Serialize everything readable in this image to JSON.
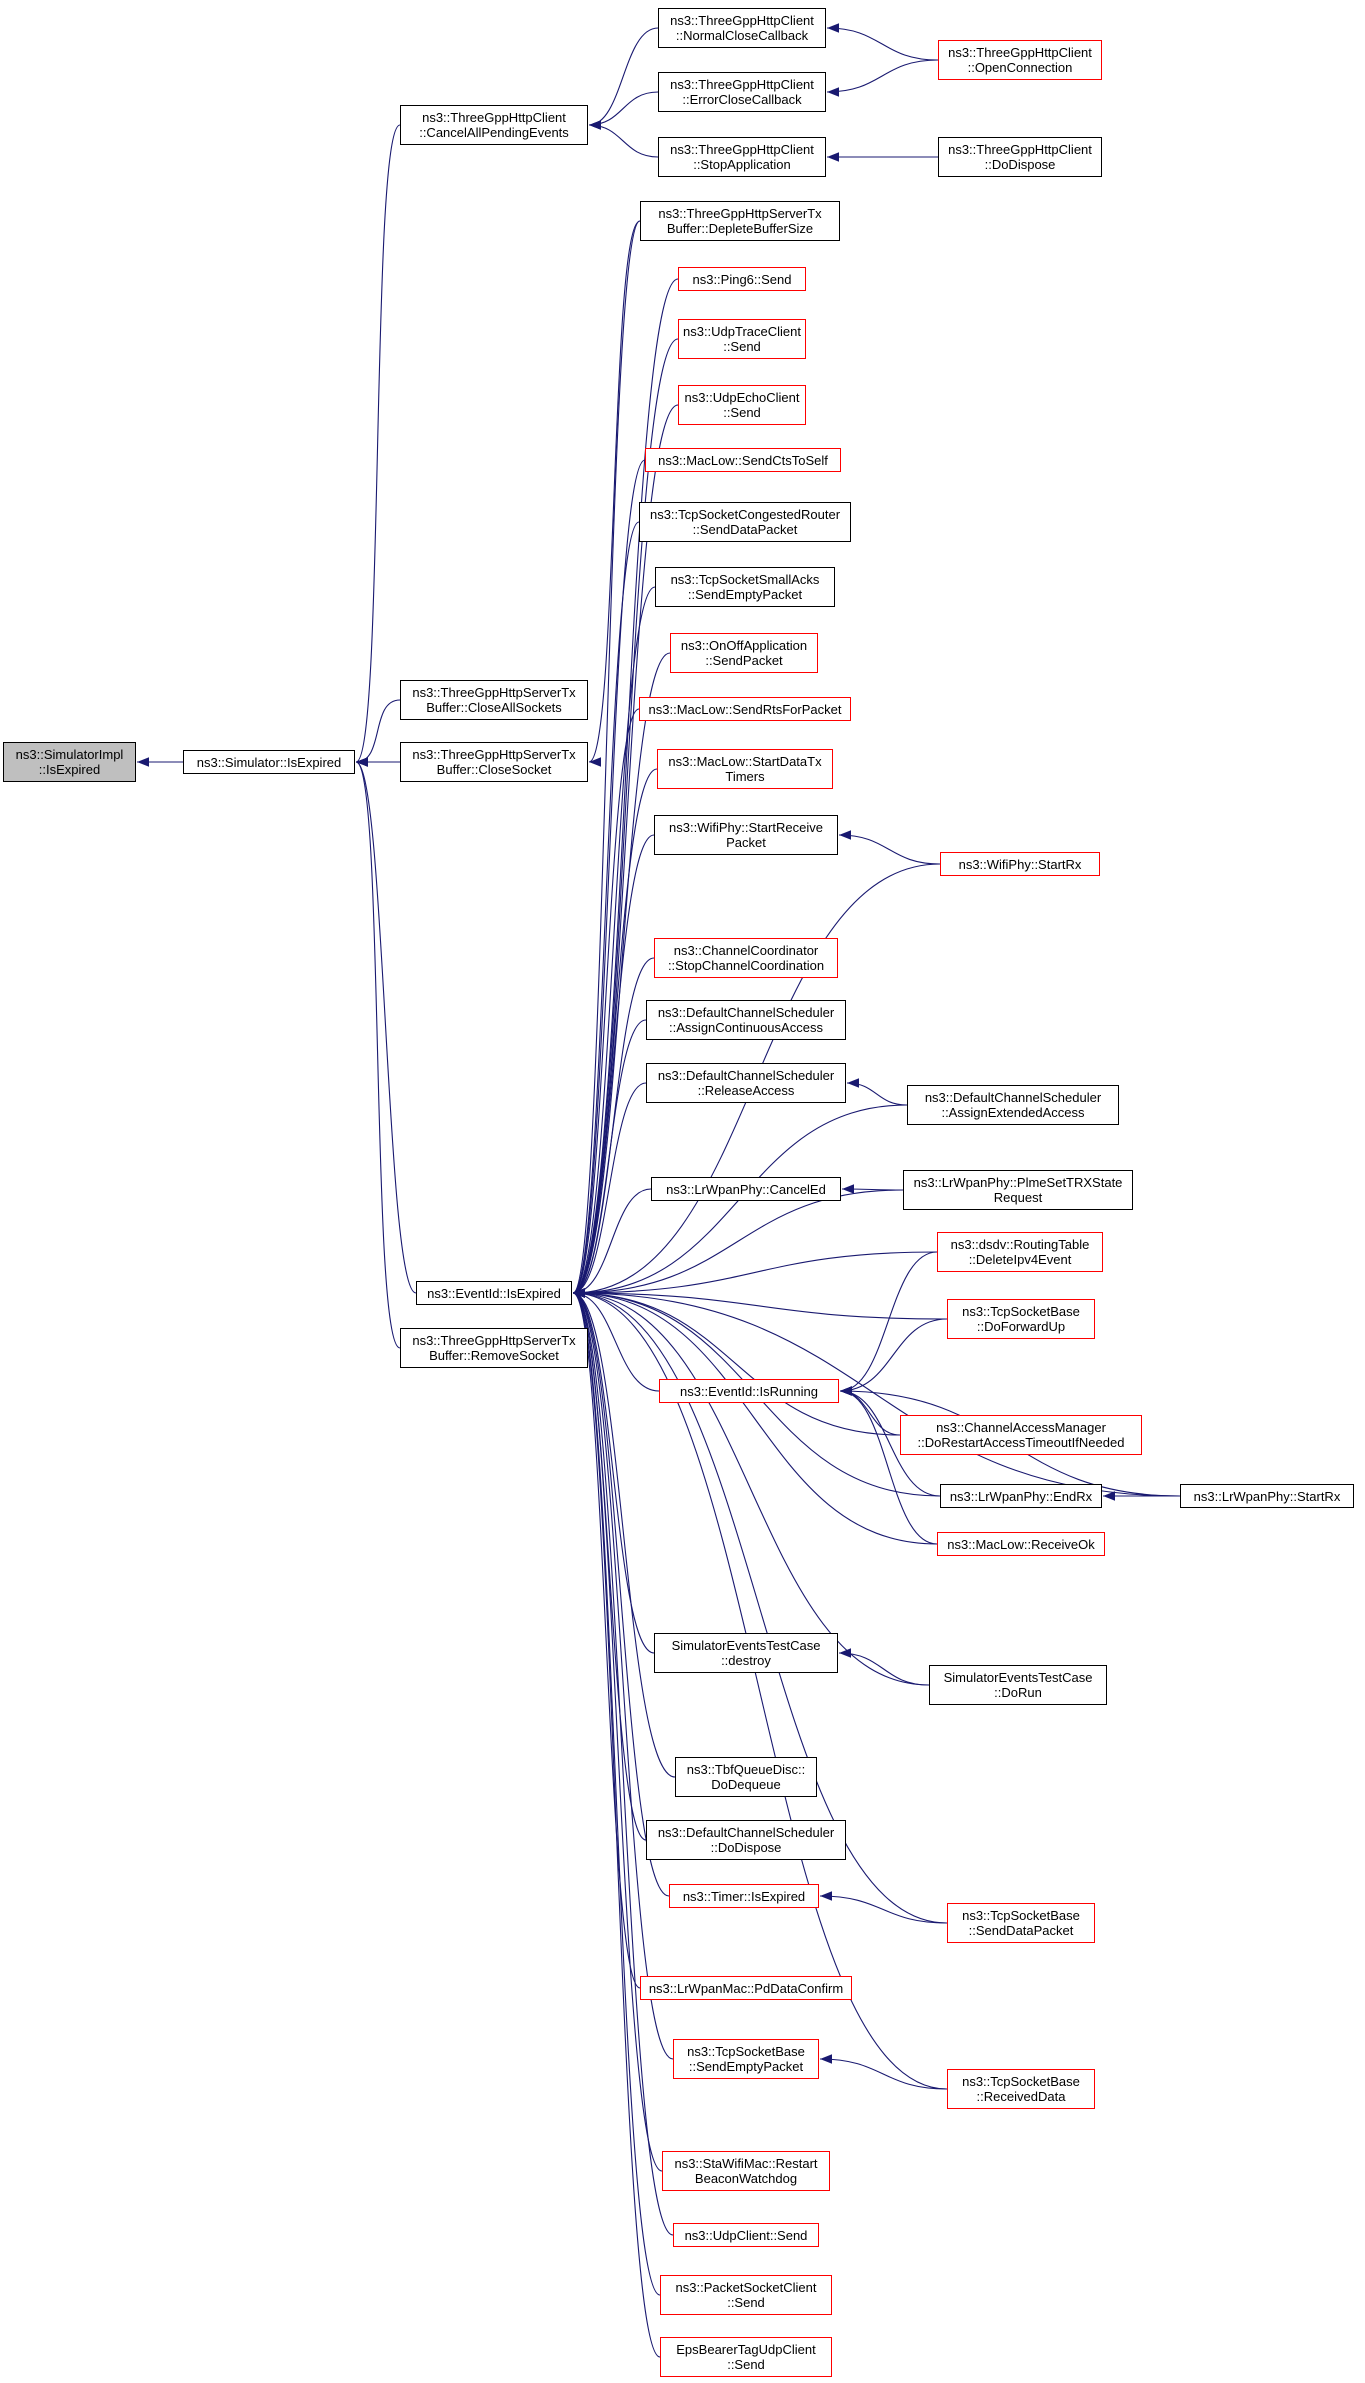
{
  "colors": {
    "edge": "#191970",
    "border_black": "#000000",
    "border_red": "#ff0000",
    "focus_fill": "#bfbfbf"
  },
  "nodes": [
    {
      "id": "simimpl",
      "lines": [
        "ns3::SimulatorImpl",
        "::IsExpired"
      ],
      "border": "black",
      "focus": true
    },
    {
      "id": "simexp",
      "lines": [
        "ns3::Simulator::IsExpired"
      ],
      "border": "black"
    },
    {
      "id": "cancelall",
      "lines": [
        "ns3::ThreeGppHttpClient",
        "::CancelAllPendingEvents"
      ],
      "border": "black"
    },
    {
      "id": "normalclose",
      "lines": [
        "ns3::ThreeGppHttpClient",
        "::NormalCloseCallback"
      ],
      "border": "black"
    },
    {
      "id": "errorclose",
      "lines": [
        "ns3::ThreeGppHttpClient",
        "::ErrorCloseCallback"
      ],
      "border": "black"
    },
    {
      "id": "stopapp",
      "lines": [
        "ns3::ThreeGppHttpClient",
        "::StopApplication"
      ],
      "border": "black"
    },
    {
      "id": "openconn",
      "lines": [
        "ns3::ThreeGppHttpClient",
        "::OpenConnection"
      ],
      "border": "red"
    },
    {
      "id": "dodispose_http",
      "lines": [
        "ns3::ThreeGppHttpClient",
        "::DoDispose"
      ],
      "border": "black"
    },
    {
      "id": "closeallsock",
      "lines": [
        "ns3::ThreeGppHttpServerTx",
        "Buffer::CloseAllSockets"
      ],
      "border": "black"
    },
    {
      "id": "closesock",
      "lines": [
        "ns3::ThreeGppHttpServerTx",
        "Buffer::CloseSocket"
      ],
      "border": "black"
    },
    {
      "id": "eventexp",
      "lines": [
        "ns3::EventId::IsExpired"
      ],
      "border": "black"
    },
    {
      "id": "removesock",
      "lines": [
        "ns3::ThreeGppHttpServerTx",
        "Buffer::RemoveSocket"
      ],
      "border": "black"
    },
    {
      "id": "deplete",
      "lines": [
        "ns3::ThreeGppHttpServerTx",
        "Buffer::DepleteBufferSize"
      ],
      "border": "black"
    },
    {
      "id": "ping6",
      "lines": [
        "ns3::Ping6::Send"
      ],
      "border": "red"
    },
    {
      "id": "udptrace",
      "lines": [
        "ns3::UdpTraceClient",
        "::Send"
      ],
      "border": "red"
    },
    {
      "id": "udpecho",
      "lines": [
        "ns3::UdpEchoClient",
        "::Send"
      ],
      "border": "red"
    },
    {
      "id": "sendcts",
      "lines": [
        "ns3::MacLow::SendCtsToSelf"
      ],
      "border": "red"
    },
    {
      "id": "tcpcong",
      "lines": [
        "ns3::TcpSocketCongestedRouter",
        "::SendDataPacket"
      ],
      "border": "black"
    },
    {
      "id": "tcpsmall",
      "lines": [
        "ns3::TcpSocketSmallAcks",
        "::SendEmptyPacket"
      ],
      "border": "black"
    },
    {
      "id": "onoff",
      "lines": [
        "ns3::OnOffApplication",
        "::SendPacket"
      ],
      "border": "red"
    },
    {
      "id": "sendrts",
      "lines": [
        "ns3::MacLow::SendRtsForPacket"
      ],
      "border": "red"
    },
    {
      "id": "startdatatx",
      "lines": [
        "ns3::MacLow::StartDataTx",
        "Timers"
      ],
      "border": "red"
    },
    {
      "id": "startreceive",
      "lines": [
        "ns3::WifiPhy::StartReceive",
        "Packet"
      ],
      "border": "black"
    },
    {
      "id": "wifistartrx",
      "lines": [
        "ns3::WifiPhy::StartRx"
      ],
      "border": "red"
    },
    {
      "id": "stopchan",
      "lines": [
        "ns3::ChannelCoordinator",
        "::StopChannelCoordination"
      ],
      "border": "red"
    },
    {
      "id": "assigncont",
      "lines": [
        "ns3::DefaultChannelScheduler",
        "::AssignContinuousAccess"
      ],
      "border": "black"
    },
    {
      "id": "releaseacc",
      "lines": [
        "ns3::DefaultChannelScheduler",
        "::ReleaseAccess"
      ],
      "border": "black"
    },
    {
      "id": "assignext",
      "lines": [
        "ns3::DefaultChannelScheduler",
        "::AssignExtendedAccess"
      ],
      "border": "black"
    },
    {
      "id": "canceled",
      "lines": [
        "ns3::LrWpanPhy::CancelEd"
      ],
      "border": "black"
    },
    {
      "id": "plmeset",
      "lines": [
        "ns3::LrWpanPhy::PlmeSetTRXState",
        "Request"
      ],
      "border": "black"
    },
    {
      "id": "dsdvdel",
      "lines": [
        "ns3::dsdv::RoutingTable",
        "::DeleteIpv4Event"
      ],
      "border": "red"
    },
    {
      "id": "doforward",
      "lines": [
        "ns3::TcpSocketBase",
        "::DoForwardUp"
      ],
      "border": "red"
    },
    {
      "id": "isrunning",
      "lines": [
        "ns3::EventId::IsRunning"
      ],
      "border": "red"
    },
    {
      "id": "dorestart",
      "lines": [
        "ns3::ChannelAccessManager",
        "::DoRestartAccessTimeoutIfNeeded"
      ],
      "border": "red"
    },
    {
      "id": "endrx",
      "lines": [
        "ns3::LrWpanPhy::EndRx"
      ],
      "border": "black"
    },
    {
      "id": "lrstartrx",
      "lines": [
        "ns3::LrWpanPhy::StartRx"
      ],
      "border": "black"
    },
    {
      "id": "receiveok",
      "lines": [
        "ns3::MacLow::ReceiveOk"
      ],
      "border": "red"
    },
    {
      "id": "simdestroy",
      "lines": [
        "SimulatorEventsTestCase",
        "::destroy"
      ],
      "border": "black"
    },
    {
      "id": "simdorun",
      "lines": [
        "SimulatorEventsTestCase",
        "::DoRun"
      ],
      "border": "black"
    },
    {
      "id": "tbfdequeue",
      "lines": [
        "ns3::TbfQueueDisc::",
        "DoDequeue"
      ],
      "border": "black"
    },
    {
      "id": "dcsdispose",
      "lines": [
        "ns3::DefaultChannelScheduler",
        "::DoDispose"
      ],
      "border": "black"
    },
    {
      "id": "timerexp",
      "lines": [
        "ns3::Timer::IsExpired"
      ],
      "border": "red"
    },
    {
      "id": "tcpsenddata",
      "lines": [
        "ns3::TcpSocketBase",
        "::SendDataPacket"
      ],
      "border": "red"
    },
    {
      "id": "pddata",
      "lines": [
        "ns3::LrWpanMac::PdDataConfirm"
      ],
      "border": "red"
    },
    {
      "id": "tcpsendempty",
      "lines": [
        "ns3::TcpSocketBase",
        "::SendEmptyPacket"
      ],
      "border": "red"
    },
    {
      "id": "tcprecv",
      "lines": [
        "ns3::TcpSocketBase",
        "::ReceivedData"
      ],
      "border": "red"
    },
    {
      "id": "stawifi",
      "lines": [
        "ns3::StaWifiMac::Restart",
        "BeaconWatchdog"
      ],
      "border": "red"
    },
    {
      "id": "udpclient",
      "lines": [
        "ns3::UdpClient::Send"
      ],
      "border": "red"
    },
    {
      "id": "pktsock",
      "lines": [
        "ns3::PacketSocketClient",
        "::Send"
      ],
      "border": "red"
    },
    {
      "id": "epsbearer",
      "lines": [
        "EpsBearerTagUdpClient",
        "::Send"
      ],
      "border": "red"
    }
  ],
  "edges": [
    [
      "simexp",
      "simimpl"
    ],
    [
      "cancelall",
      "simexp"
    ],
    [
      "closeallsock",
      "simexp"
    ],
    [
      "closesock",
      "simexp"
    ],
    [
      "eventexp",
      "simexp"
    ],
    [
      "removesock",
      "simexp"
    ],
    [
      "normalclose",
      "cancelall"
    ],
    [
      "errorclose",
      "cancelall"
    ],
    [
      "stopapp",
      "cancelall"
    ],
    [
      "openconn",
      "normalclose"
    ],
    [
      "openconn",
      "errorclose"
    ],
    [
      "dodispose_http",
      "stopapp"
    ],
    [
      "deplete",
      "closesock"
    ],
    [
      "deplete",
      "eventexp"
    ],
    [
      "ping6",
      "eventexp"
    ],
    [
      "udptrace",
      "eventexp"
    ],
    [
      "udpecho",
      "eventexp"
    ],
    [
      "sendcts",
      "eventexp"
    ],
    [
      "tcpcong",
      "eventexp"
    ],
    [
      "tcpsmall",
      "eventexp"
    ],
    [
      "onoff",
      "eventexp"
    ],
    [
      "sendrts",
      "eventexp"
    ],
    [
      "startdatatx",
      "eventexp"
    ],
    [
      "startreceive",
      "eventexp"
    ],
    [
      "wifistartrx",
      "eventexp"
    ],
    [
      "stopchan",
      "eventexp"
    ],
    [
      "assigncont",
      "eventexp"
    ],
    [
      "releaseacc",
      "eventexp"
    ],
    [
      "assignext",
      "eventexp"
    ],
    [
      "canceled",
      "eventexp"
    ],
    [
      "plmeset",
      "eventexp"
    ],
    [
      "dsdvdel",
      "eventexp"
    ],
    [
      "doforward",
      "eventexp"
    ],
    [
      "isrunning",
      "eventexp"
    ],
    [
      "dorestart",
      "eventexp"
    ],
    [
      "endrx",
      "eventexp"
    ],
    [
      "lrstartrx",
      "eventexp"
    ],
    [
      "receiveok",
      "eventexp"
    ],
    [
      "simdestroy",
      "eventexp"
    ],
    [
      "simdorun",
      "eventexp"
    ],
    [
      "tbfdequeue",
      "eventexp"
    ],
    [
      "dcsdispose",
      "eventexp"
    ],
    [
      "timerexp",
      "eventexp"
    ],
    [
      "tcpsenddata",
      "eventexp"
    ],
    [
      "pddata",
      "eventexp"
    ],
    [
      "tcpsendempty",
      "eventexp"
    ],
    [
      "tcprecv",
      "eventexp"
    ],
    [
      "stawifi",
      "eventexp"
    ],
    [
      "udpclient",
      "eventexp"
    ],
    [
      "pktsock",
      "eventexp"
    ],
    [
      "epsbearer",
      "eventexp"
    ],
    [
      "wifistartrx",
      "startreceive"
    ],
    [
      "assignext",
      "releaseacc"
    ],
    [
      "plmeset",
      "canceled"
    ],
    [
      "dsdvdel",
      "isrunning"
    ],
    [
      "doforward",
      "isrunning"
    ],
    [
      "dorestart",
      "isrunning"
    ],
    [
      "endrx",
      "isrunning"
    ],
    [
      "lrstartrx",
      "isrunning"
    ],
    [
      "receiveok",
      "isrunning"
    ],
    [
      "lrstartrx",
      "endrx"
    ],
    [
      "simdorun",
      "simdestroy"
    ],
    [
      "tcpsenddata",
      "timerexp"
    ],
    [
      "tcprecv",
      "tcpsendempty"
    ]
  ]
}
